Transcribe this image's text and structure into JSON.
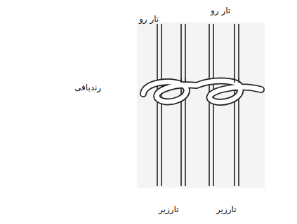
{
  "diagram": {
    "labels": [
      "تار رو",
      "تار رو",
      "رندبافی",
      "تارزیر",
      "تارزیر"
    ]
  }
}
